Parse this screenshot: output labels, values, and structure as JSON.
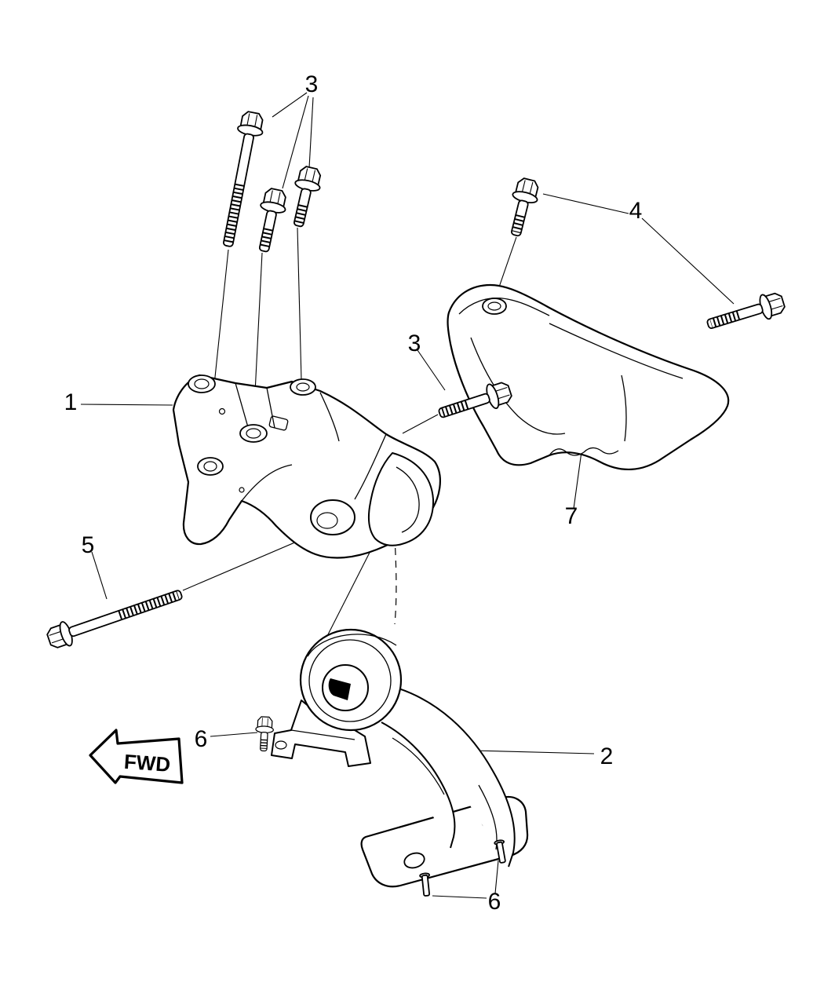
{
  "diagram": {
    "type": "exploded-parts-diagram",
    "background_color": "#ffffff",
    "line_color": "#000000",
    "fwd_label": "FWD",
    "callouts": {
      "three_top": "3",
      "four": "4",
      "one": "1",
      "three_mid": "3",
      "five": "5",
      "seven": "7",
      "six_left": "6",
      "two": "2",
      "six_bottom": "6"
    }
  }
}
